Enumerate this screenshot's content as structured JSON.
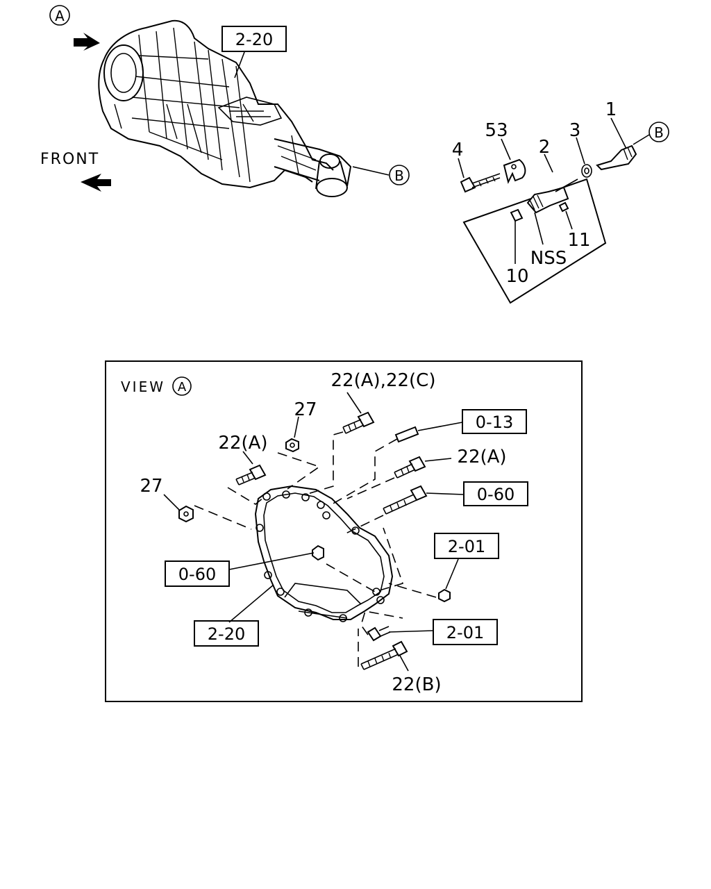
{
  "top": {
    "view_a_marker": "A",
    "front_label": "FRONT",
    "transmission_ref": "2-20",
    "b_marker_left": "B",
    "b_marker_right": "B"
  },
  "sensor_group": {
    "callouts": [
      "1",
      "2",
      "3",
      "4",
      "53",
      "10",
      "11",
      "NSS"
    ]
  },
  "view_a": {
    "title": "VIEW",
    "marker": "A",
    "labels": {
      "bolt_22ac": "22(A),22(C)",
      "nut_27_top": "27",
      "ref_0_13": "0-13",
      "bolt_22a_left": "22(A)",
      "bolt_22a_right": "22(A)",
      "nut_27_left": "27",
      "ref_0_60_right": "0-60",
      "ref_0_60_left": "0-60",
      "ref_2_01_upper": "2-01",
      "ref_2_01_lower": "2-01",
      "ref_2_20": "2-20",
      "bolt_22b": "22(B)"
    }
  }
}
